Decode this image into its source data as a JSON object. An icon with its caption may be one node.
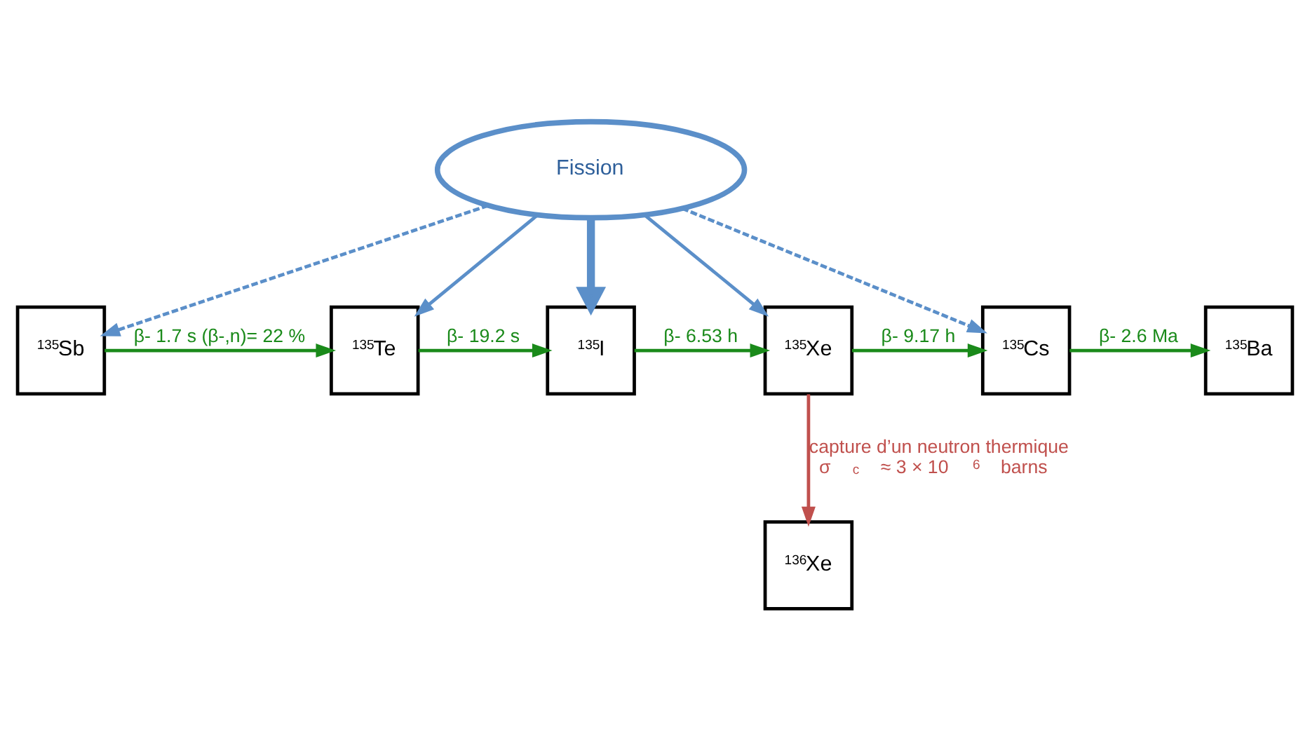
{
  "diagram": {
    "nodes": [
      {
        "text": [
          "Fission"
        ]
      },
      {
        "text": [
          "$^{135}$Sb"
        ]
      },
      {
        "text": [
          "$^{135}$Te"
        ]
      },
      {
        "text": [
          "$^{135}$I"
        ]
      },
      {
        "text": [
          "$^{135}$Xe"
        ]
      },
      {
        "text": [
          "$^{135}$Cs"
        ]
      },
      {
        "text": [
          "$^{135}$Ba"
        ]
      },
      {
        "text": [
          "$^{136}$Xe"
        ]
      }
    ],
    "edges": [
      {
        "from": 0,
        "to": 1,
        "arrow": "to",
        "style": "dashed",
        "color": "#5b8fc9"
      },
      {
        "from": 0,
        "to": 2,
        "arrow": "to",
        "color": "#5b8fc9"
      },
      {
        "from": 0,
        "to": 3,
        "arrow": "to",
        "style": "thick",
        "color": "#5b8fc9"
      },
      {
        "from": 0,
        "to": 4,
        "arrow": "to",
        "color": "#5b8fc9"
      },
      {
        "from": 0,
        "to": 5,
        "arrow": "to",
        "style": "dashed",
        "color": "#5b8fc9"
      },
      {
        "from": 1,
        "to": 2,
        "arrow": "to",
        "label": "β- 1.7 s (β-,n)= 22 %",
        "color": "#1a8a1a"
      },
      {
        "from": 2,
        "to": 3,
        "arrow": "to",
        "label": "β- 19.2 s",
        "color": "#1a8a1a"
      },
      {
        "from": 3,
        "to": 4,
        "arrow": "to",
        "label": "β- 6.53 h",
        "color": "#1a8a1a"
      },
      {
        "from": 4,
        "to": 5,
        "arrow": "to",
        "label": "β- 9.17 h",
        "color": "#1a8a1a"
      },
      {
        "from": 5,
        "to": 6,
        "arrow": "to",
        "label": "β- 2.6 Ma",
        "color": "#1a8a1a"
      },
      {
        "from": 4,
        "to": 7,
        "arrow": "to",
        "label": "capture d’un neutron thermique σ$_{c}$ ≈ 3 × 10$^{6}$ barns",
        "color": "#c0504d"
      }
    ]
  }
}
